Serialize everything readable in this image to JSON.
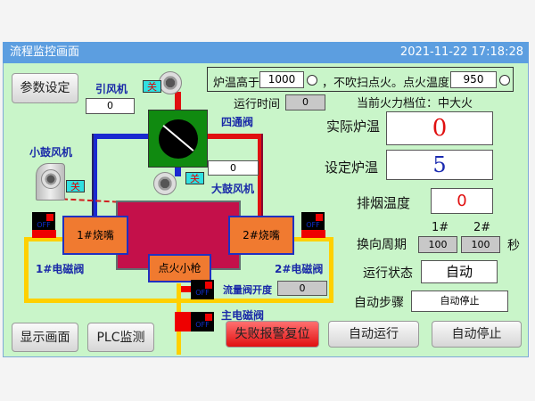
{
  "title": "流程监控画面",
  "datetime": "2021-11-22 17:18:28",
  "buttons": {
    "params": "参数设定",
    "display": "显示画面",
    "plc": "PLC监测",
    "reset": "失败报警复位",
    "auto_run": "自动运行",
    "auto_stop": "自动停止"
  },
  "induced_fan": {
    "label": "引风机",
    "value": "0",
    "state": "关"
  },
  "small_blower": {
    "label": "小鼓风机",
    "state": "关"
  },
  "big_blower": {
    "label": "大鼓风机",
    "value": "0",
    "state": "关"
  },
  "four_way_valve": {
    "label": "四通阀"
  },
  "ignite_cond": {
    "prefix": "炉温高于",
    "temp_high": "1000",
    "middle": "，不吹扫点火。点火温度",
    "ignite_temp": "950"
  },
  "run_time": {
    "label": "运行时间",
    "value": "0"
  },
  "fire_level": "当前火力档位：中大火",
  "actual_temp": {
    "label": "实际炉温",
    "value": "0"
  },
  "set_temp": {
    "label": "设定炉温",
    "value": "5"
  },
  "exhaust_temp": {
    "label": "排烟温度",
    "value": "0"
  },
  "reversing": {
    "label": "换向周期",
    "h1": "1#",
    "h2": "2#",
    "v1": "100",
    "v2": "100",
    "unit": "秒"
  },
  "run_state": {
    "label": "运行状态",
    "value": "自动"
  },
  "auto_step": {
    "label": "自动步骤",
    "value": "自动停止"
  },
  "burner1": "1#烧嘴",
  "burner2": "2#烧嘴",
  "igniter": "点火小枪",
  "valve1": "1#电磁阀",
  "valve2": "2#电磁阀",
  "main_valve": "主电磁阀",
  "flow_valve": {
    "label": "流量阀开度",
    "value": "0"
  },
  "valve_state": "OFF",
  "colors": {
    "panel": "#c9f5c9",
    "titlebar": "#5c9ee0",
    "furnace": "#c4104a",
    "burner": "#f07a30",
    "gas_pipe": "#ffd000",
    "hot_pipe": "#e01010",
    "cold_pipe": "#1a2ad0"
  }
}
